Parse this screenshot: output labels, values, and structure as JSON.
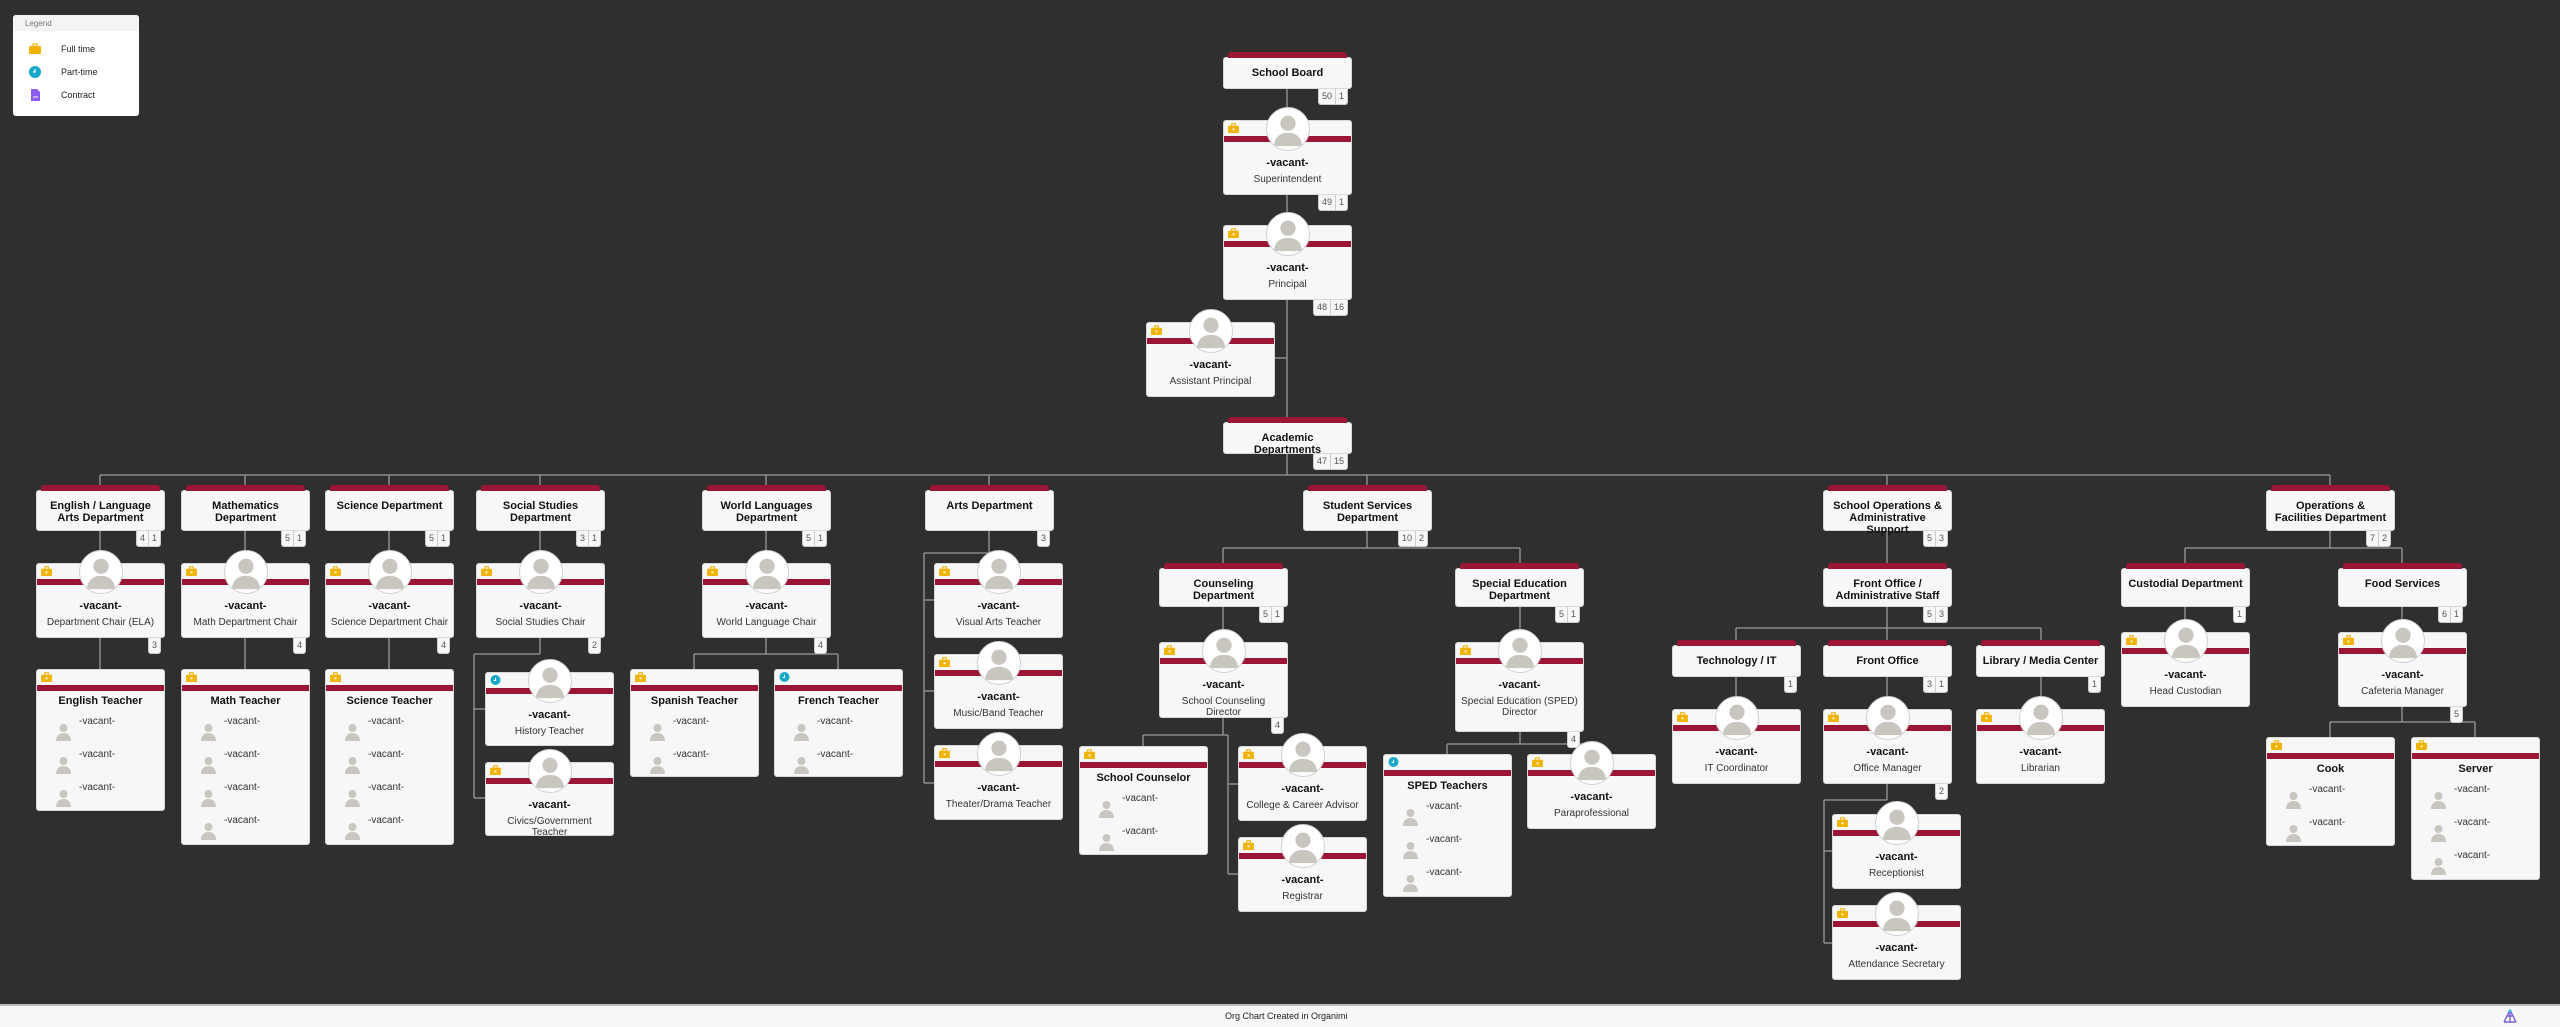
{
  "legend": {
    "title": "Legend",
    "items": [
      {
        "label": "Full time",
        "icon": "full-time-icon"
      },
      {
        "label": "Part-time",
        "icon": "part-time-icon"
      },
      {
        "label": "Contract",
        "icon": "contract-icon"
      }
    ]
  },
  "colors": {
    "background": "#2f2f2f",
    "accent": "#9b1535",
    "full_time": "#f0b400",
    "part_time": "#17a8c8",
    "contract": "#8b5cf6"
  },
  "nodes": {
    "school_board": {
      "kind": "dept",
      "title": "School Board",
      "counts": [
        "50",
        "1"
      ]
    },
    "superintendent": {
      "kind": "person",
      "name": "-vacant-",
      "title": "Superintendent",
      "status": "full-time",
      "counts": [
        "49",
        "1"
      ]
    },
    "principal": {
      "kind": "person",
      "name": "-vacant-",
      "title": "Principal",
      "status": "full-time",
      "counts": [
        "48",
        "16"
      ]
    },
    "assistant_principal": {
      "kind": "person",
      "name": "-vacant-",
      "title": "Assistant Principal",
      "status": "full-time",
      "counts": []
    },
    "academic": {
      "kind": "dept",
      "title": "Academic Departments",
      "counts": [
        "47",
        "15"
      ]
    },
    "ela": {
      "kind": "dept",
      "title": "English / Language Arts Department",
      "counts": [
        "4",
        "1"
      ]
    },
    "math": {
      "kind": "dept",
      "title": "Mathematics Department",
      "counts": [
        "5",
        "1"
      ]
    },
    "science": {
      "kind": "dept",
      "title": "Science Department",
      "counts": [
        "5",
        "1"
      ]
    },
    "social": {
      "kind": "dept",
      "title": "Social Studies Department",
      "counts": [
        "3",
        "1"
      ]
    },
    "world": {
      "kind": "dept",
      "title": "World Languages Department",
      "counts": [
        "5",
        "1"
      ]
    },
    "arts": {
      "kind": "dept",
      "title": "Arts Department",
      "counts": [
        "3"
      ]
    },
    "student_services": {
      "kind": "dept",
      "title": "Student Services Department",
      "counts": [
        "10",
        "2"
      ]
    },
    "school_ops": {
      "kind": "dept",
      "title": "School Operations & Administrative Support",
      "counts": [
        "5",
        "3"
      ]
    },
    "ops_facilities": {
      "kind": "dept",
      "title": "Operations & Facilities Department",
      "counts": [
        "7",
        "2"
      ]
    },
    "ela_chair": {
      "kind": "person",
      "name": "-vacant-",
      "title": "Department Chair (ELA)",
      "status": "full-time",
      "counts": [
        "3"
      ]
    },
    "math_chair": {
      "kind": "person",
      "name": "-vacant-",
      "title": "Math Department Chair",
      "status": "full-time",
      "counts": [
        "4"
      ]
    },
    "science_chair": {
      "kind": "person",
      "name": "-vacant-",
      "title": "Science Department Chair",
      "status": "full-time",
      "counts": [
        "4"
      ]
    },
    "social_chair": {
      "kind": "person",
      "name": "-vacant-",
      "title": "Social Studies Chair",
      "status": "full-time",
      "counts": [
        "2"
      ]
    },
    "world_chair": {
      "kind": "person",
      "name": "-vacant-",
      "title": "World Language Chair",
      "status": "full-time",
      "counts": [
        "4"
      ]
    },
    "english_teacher": {
      "kind": "list",
      "title": "English Teacher",
      "status": "full-time",
      "members": [
        "-vacant-",
        "-vacant-",
        "-vacant-"
      ]
    },
    "math_teacher": {
      "kind": "list",
      "title": "Math Teacher",
      "status": "full-time",
      "members": [
        "-vacant-",
        "-vacant-",
        "-vacant-",
        "-vacant-"
      ]
    },
    "science_teacher": {
      "kind": "list",
      "title": "Science Teacher",
      "status": "full-time",
      "members": [
        "-vacant-",
        "-vacant-",
        "-vacant-",
        "-vacant-"
      ]
    },
    "history_teacher": {
      "kind": "person",
      "name": "-vacant-",
      "title": "History Teacher",
      "status": "part-time",
      "counts": []
    },
    "civics_teacher": {
      "kind": "person",
      "name": "-vacant-",
      "title": "Civics/Government Teacher",
      "status": "full-time",
      "counts": []
    },
    "spanish_teacher": {
      "kind": "list",
      "title": "Spanish Teacher",
      "status": "full-time",
      "members": [
        "-vacant-",
        "-vacant-"
      ]
    },
    "french_teacher": {
      "kind": "list",
      "title": "French Teacher",
      "status": "part-time",
      "members": [
        "-vacant-",
        "-vacant-"
      ]
    },
    "visual_arts": {
      "kind": "person",
      "name": "-vacant-",
      "title": "Visual Arts Teacher",
      "status": "full-time",
      "counts": []
    },
    "music_band": {
      "kind": "person",
      "name": "-vacant-",
      "title": "Music/Band Teacher",
      "status": "full-time",
      "counts": []
    },
    "theater_drama": {
      "kind": "person",
      "name": "-vacant-",
      "title": "Theater/Drama Teacher",
      "status": "full-time",
      "counts": []
    },
    "counseling": {
      "kind": "dept",
      "title": "Counseling Department",
      "counts": [
        "5",
        "1"
      ]
    },
    "sped": {
      "kind": "dept",
      "title": "Special Education Department",
      "counts": [
        "5",
        "1"
      ]
    },
    "counseling_director": {
      "kind": "person",
      "name": "-vacant-",
      "title": "School Counseling Director",
      "status": "full-time",
      "counts": [
        "4"
      ]
    },
    "sped_director": {
      "kind": "person",
      "name": "-vacant-",
      "title": "Special Education (SPED) Director",
      "status": "full-time",
      "counts": [
        "4"
      ]
    },
    "school_counselor": {
      "kind": "list",
      "title": "School Counselor",
      "status": "full-time",
      "members": [
        "-vacant-",
        "-vacant-"
      ]
    },
    "college_advisor": {
      "kind": "person",
      "name": "-vacant-",
      "title": "College & Career Advisor",
      "status": "full-time",
      "counts": []
    },
    "registrar": {
      "kind": "person",
      "name": "-vacant-",
      "title": "Registrar",
      "status": "full-time",
      "counts": []
    },
    "sped_teachers": {
      "kind": "list",
      "title": "SPED Teachers",
      "status": "part-time",
      "members": [
        "-vacant-",
        "-vacant-",
        "-vacant-"
      ]
    },
    "paraprofessional": {
      "kind": "person",
      "name": "-vacant-",
      "title": "Paraprofessional",
      "status": "full-time",
      "counts": []
    },
    "front_office_admin": {
      "kind": "dept",
      "title": "Front Office / Administrative Staff",
      "counts": [
        "5",
        "3"
      ]
    },
    "tech_it": {
      "kind": "dept",
      "title": "Technology / IT",
      "counts": [
        "1"
      ]
    },
    "front_office": {
      "kind": "dept",
      "title": "Front Office",
      "counts": [
        "3",
        "1"
      ]
    },
    "library": {
      "kind": "dept",
      "title": "Library / Media Center",
      "counts": [
        "1"
      ]
    },
    "it_coordinator": {
      "kind": "person",
      "name": "-vacant-",
      "title": "IT Coordinator",
      "status": "full-time",
      "counts": []
    },
    "office_manager": {
      "kind": "person",
      "name": "-vacant-",
      "title": "Office Manager",
      "status": "full-time",
      "counts": [
        "2"
      ]
    },
    "librarian": {
      "kind": "person",
      "name": "-vacant-",
      "title": "Librarian",
      "status": "full-time",
      "counts": []
    },
    "receptionist": {
      "kind": "person",
      "name": "-vacant-",
      "title": "Receptionist",
      "status": "full-time",
      "counts": []
    },
    "attendance_secretary": {
      "kind": "person",
      "name": "-vacant-",
      "title": "Attendance Secretary",
      "status": "full-time",
      "counts": []
    },
    "custodial": {
      "kind": "dept",
      "title": "Custodial Department",
      "counts": [
        "1"
      ]
    },
    "food_services": {
      "kind": "dept",
      "title": "Food Services",
      "counts": [
        "6",
        "1"
      ]
    },
    "head_custodian": {
      "kind": "person",
      "name": "-vacant-",
      "title": "Head Custodian",
      "status": "full-time",
      "counts": []
    },
    "cafeteria_manager": {
      "kind": "person",
      "name": "-vacant-",
      "title": "Cafeteria Manager",
      "status": "full-time",
      "counts": [
        "5"
      ]
    },
    "cook": {
      "kind": "list",
      "title": "Cook",
      "status": "full-time",
      "members": [
        "-vacant-",
        "-vacant-"
      ]
    },
    "server": {
      "kind": "list",
      "title": "Server",
      "status": "full-time",
      "members": [
        "-vacant-",
        "-vacant-",
        "-vacant-"
      ]
    }
  },
  "footer": {
    "text": "Org Chart Created in Organimi"
  }
}
